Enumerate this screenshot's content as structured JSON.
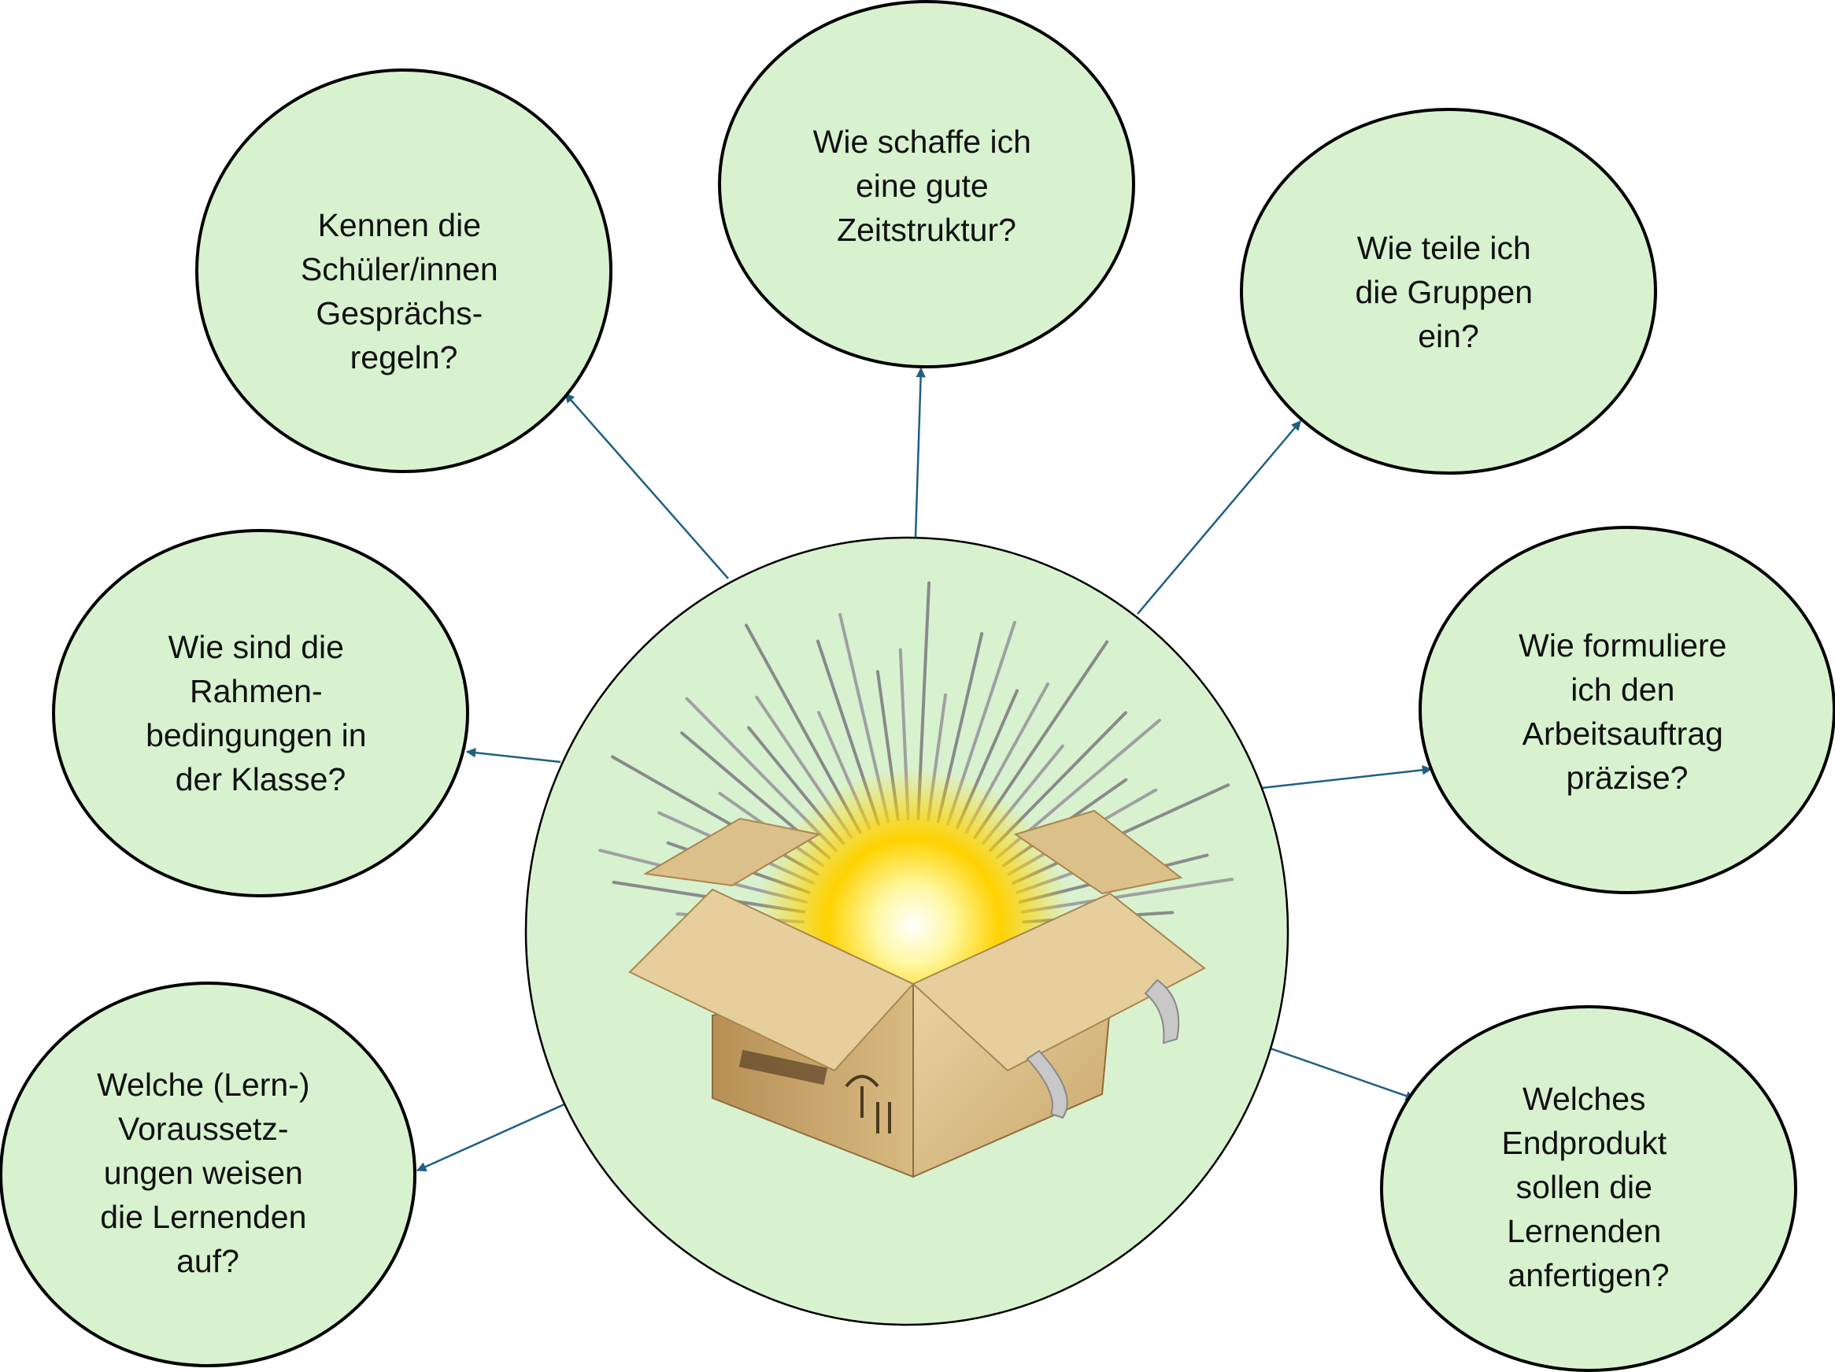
{
  "colors": {
    "bubble_fill": "#d8f2d0",
    "bubble_stroke": "#000000",
    "arrow": "#1f5f86",
    "box_light": "#e6cf9c",
    "box_mid": "#d6b77a",
    "box_dark": "#b8935a",
    "glow": "#ffe600"
  },
  "center": {
    "image": "open-cardboard-box-with-light-rays"
  },
  "bubbles": [
    {
      "id": "rules",
      "lines": [
        "Kennen die",
        "Schüler/innen",
        "Gesprächs-",
        "regeln?"
      ]
    },
    {
      "id": "time",
      "lines": [
        "Wie schaffe ich",
        "eine gute",
        "Zeitstruktur?"
      ]
    },
    {
      "id": "groups",
      "lines": [
        "Wie teile ich",
        "die Gruppen",
        "ein?"
      ]
    },
    {
      "id": "frame",
      "lines": [
        "Wie sind die",
        "Rahmen-",
        "bedingungen in",
        "der Klasse?"
      ]
    },
    {
      "id": "task",
      "lines": [
        "Wie formuliere",
        "ich den",
        "Arbeitsauftrag",
        "präzise?"
      ]
    },
    {
      "id": "prereq",
      "lines": [
        "Welche (Lern-)",
        "Voraussetz-",
        "ungen weisen",
        "die Lernenden",
        "auf?"
      ]
    },
    {
      "id": "product",
      "lines": [
        "Welches",
        "Endprodukt",
        "sollen die",
        "Lernenden",
        "anfertigen?"
      ]
    }
  ]
}
